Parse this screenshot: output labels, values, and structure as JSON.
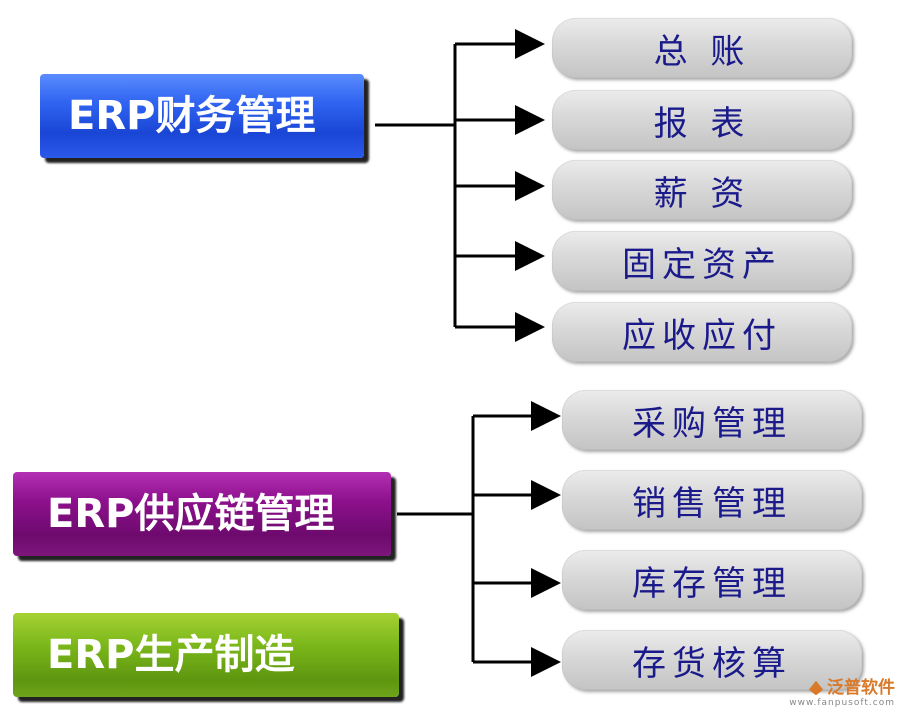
{
  "groups": [
    {
      "title": "ERP财务管理",
      "color": "#2f63f0",
      "items": [
        "总  账",
        "报  表",
        "薪  资",
        "固定资产",
        "应收应付"
      ]
    },
    {
      "title": "ERP供应链管理",
      "color": "#8c108c",
      "items": [
        "采购管理",
        "销售管理",
        "库存管理",
        "存货核算"
      ]
    },
    {
      "title": "ERP生产制造",
      "color": "#7ab61a",
      "items": []
    }
  ],
  "watermark": {
    "brand": "泛普软件",
    "url": "www.fanpusoft.com"
  }
}
